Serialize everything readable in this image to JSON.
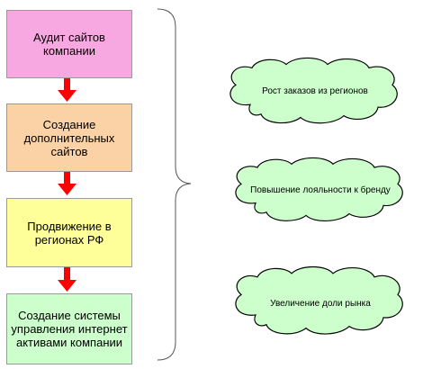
{
  "steps": [
    {
      "label": "Аудит сайтов компании"
    },
    {
      "label": "Создание дополнительных сайтов"
    },
    {
      "label": "Продвижение в регионах РФ"
    },
    {
      "label": "Создание системы управления интернет активами компании"
    }
  ],
  "results": [
    {
      "label": "Рост заказов из регионов"
    },
    {
      "label": "Повышение лояльности к бренду"
    },
    {
      "label": "Увеличение доли рынка"
    }
  ],
  "colors": {
    "step1": "#f8a8e0",
    "step2": "#fbd2a6",
    "step3": "#ffff99",
    "step4": "#ccffcc",
    "arrow": "#ff0000",
    "cloud": "#ccffcc"
  }
}
